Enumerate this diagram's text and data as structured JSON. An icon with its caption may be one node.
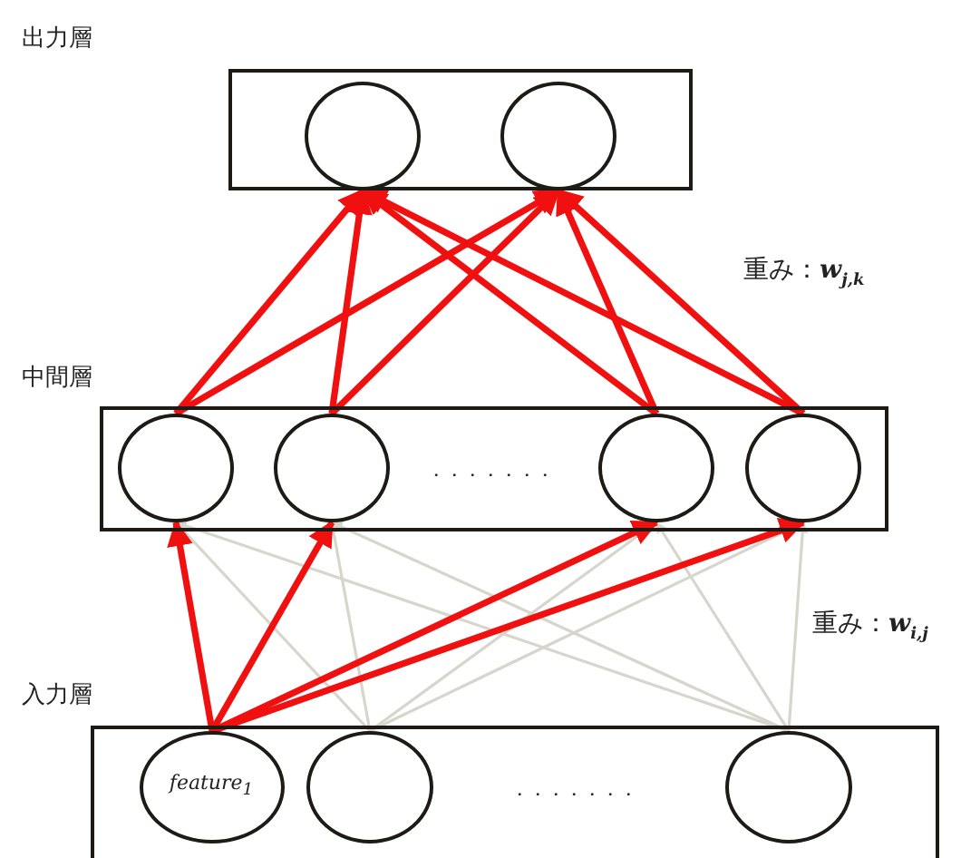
{
  "diagram": {
    "nodes": [
      {
        "text": [],
        "shape": "box"
      },
      {
        "text": [],
        "shape": "circle",
        "in": 0
      },
      {
        "text": [],
        "shape": "circle",
        "in": 0
      },
      {
        "text": [],
        "shape": "box"
      },
      {
        "text": [],
        "shape": "circle",
        "in": 3
      },
      {
        "text": [],
        "shape": "circle",
        "in": 3
      },
      {
        "text": [],
        "shape": "circle",
        "in": 3
      },
      {
        "text": [],
        "shape": "circle",
        "in": 3
      },
      {
        "text": [],
        "shape": "box"
      },
      {
        "text": [
          "feature$_{1}$"
        ],
        "in": 8
      },
      {
        "text": [],
        "shape": "circle",
        "in": 8
      },
      {
        "text": [],
        "shape": "circle",
        "in": 8
      }
    ],
    "edges": [
      {
        "from": 4,
        "to": 1,
        "arrow": "to"
      },
      {
        "from": 4,
        "to": 2,
        "arrow": "to"
      },
      {
        "from": 5,
        "to": 1,
        "arrow": "to"
      },
      {
        "from": 5,
        "to": 2,
        "arrow": "to"
      },
      {
        "from": 6,
        "to": 1,
        "arrow": "to"
      },
      {
        "from": 6,
        "to": 2,
        "arrow": "to"
      },
      {
        "from": 7,
        "to": 1,
        "arrow": "to"
      },
      {
        "from": 7,
        "to": 2,
        "arrow": "to"
      },
      {
        "from": 9,
        "to": 4,
        "arrow": "to"
      },
      {
        "from": 9,
        "to": 5,
        "arrow": "to"
      },
      {
        "from": 9,
        "to": 6,
        "arrow": "to"
      },
      {
        "from": 9,
        "to": 7,
        "arrow": "to"
      },
      {
        "from": 10,
        "to": 4,
        "arrow": "to",
        "color": "#d6d6cc"
      },
      {
        "from": 10,
        "to": 5,
        "arrow": "to",
        "color": "#d6d6cc"
      },
      {
        "from": 10,
        "to": 6,
        "arrow": "to",
        "color": "#d6d6cc"
      },
      {
        "from": 10,
        "to": 7,
        "arrow": "to",
        "color": "#d6d6cc"
      },
      {
        "from": 11,
        "to": 4,
        "arrow": "to",
        "color": "#d6d6cc"
      },
      {
        "from": 11,
        "to": 5,
        "arrow": "to",
        "color": "#d6d6cc"
      },
      {
        "from": 11,
        "to": 6,
        "arrow": "to",
        "color": "#d6d6cc"
      },
      {
        "from": 11,
        "to": 7,
        "arrow": "to",
        "color": "#d6d6cc"
      }
    ],
    "labels": [
      "出力層",
      "重み：**w**$_{j,k}$",
      "中間層",
      "・・・・・・・",
      "重み：**w**$_{i,j}$",
      "入力層",
      "・・・・・・・"
    ]
  }
}
